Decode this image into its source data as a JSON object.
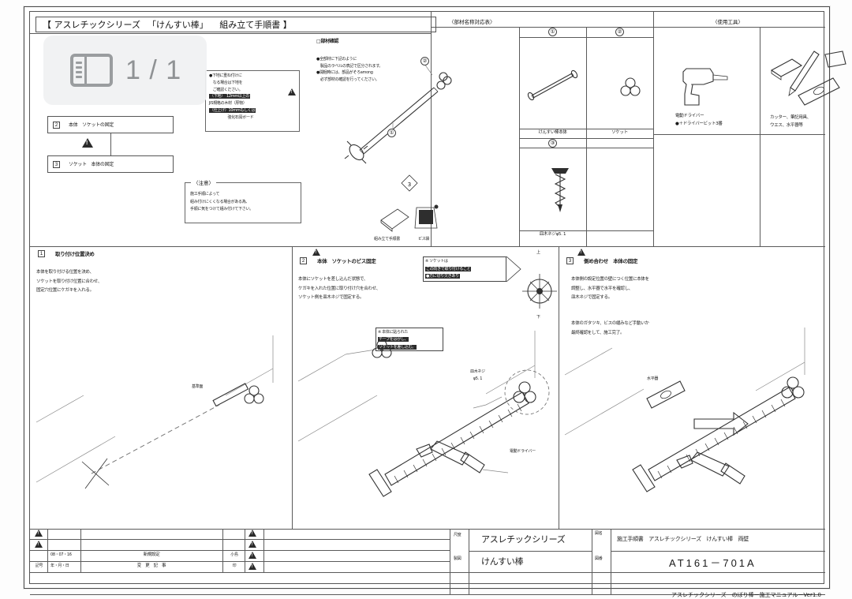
{
  "overlay": {
    "page_indicator": "1 / 1",
    "icon": "sidebar-panel-icon"
  },
  "document": {
    "title": "【 アスレチックシリーズ 　「けんすい棒」 　組み立て手順書 】",
    "footer": "アスレチックシリーズ　のぼり棒ー施工マニュアルーVer1.0",
    "drawing_number": "AT161－701A",
    "sheet_title_line1": "アスレチックシリーズ",
    "sheet_title_line2": "けんすい棒",
    "manual_name": "施工手順書　アスレチックシリーズ　けんすい棒　両壁"
  },
  "sections": {
    "parts_table_caption": "〈部材名称対応表〉",
    "tools_caption": "〈使用工具〉",
    "caution_caption": "〈注意〉"
  },
  "parts_check": {
    "heading": "□部材確認",
    "lines": [
      "●全部材に下記のように",
      "　製品のラベルの表記で区分されます。",
      "●開梱時には、部品がそろamong",
      "　必ず部材の確認を行ってください。"
    ]
  },
  "substrate_note": {
    "lines": [
      "●下地に重ね付けに",
      "　なる場合は下地を",
      "　ご確認ください。",
      "（下地）　12mm以上の",
      "JIS規格の木材（厚物）",
      "（仕上げ）10mmもしくは",
      "　　　　　強化石膏ボード"
    ]
  },
  "caution": {
    "lines": [
      "施工手順によって",
      "組み付けにくくなる場合がある為、",
      "手順に気をつけて組み付けて下さい。"
    ]
  },
  "flow_boxes": [
    {
      "num": "2",
      "label": "本体　ソケットの固定"
    },
    {
      "num": "3",
      "label": "ソケット　本体の固定"
    }
  ],
  "parts_table": {
    "columns": [
      {
        "circ": "①",
        "name": "けんすい棒本体"
      },
      {
        "circ": "②",
        "name": "ソケット"
      }
    ],
    "row2": [
      {
        "circ": "③",
        "name": "皿木ネジφ5. 1"
      },
      {
        "circ": "",
        "name": ""
      }
    ]
  },
  "misc_parts": [
    {
      "name": "組み立て手順書"
    },
    {
      "name": "ビス袋"
    }
  ],
  "tools": {
    "left": [
      "電動ドライバー",
      "●＋ドライバービット3番"
    ],
    "right": [
      "カッター、筆記用具、",
      "ウエス、水平器等"
    ]
  },
  "steps": [
    {
      "num": "1",
      "title": "取り付け位置決め",
      "body": [
        "本体を取り付ける位置を決め、",
        "ソケットを取り付け位置に合わせ、",
        "固定穴位置にケガキを入れる。"
      ],
      "callouts": [
        {
          "text": "基準面"
        }
      ]
    },
    {
      "num": "2",
      "title": "本体　ソケットのビス固定",
      "body": [
        "本体にソケットを差し込んだ状態で、",
        "ケガキを入れた位置に取り付け穴を合わせ、",
        "ソケット側を皿木ネジで固定する。"
      ],
      "callouts": [
        {
          "text": "※ 本体に貼られた\nテープをはがし、\nソケットを差し込む。"
        },
        {
          "text": "※ ソケットは\nこの向きで取り付けること\n●方に切り欠きあり"
        },
        {
          "text": "皿木ネジ\nφ5. 1"
        },
        {
          "text": "電動ドライバー"
        },
        {
          "text": "上"
        },
        {
          "text": "下"
        }
      ]
    },
    {
      "num": "3",
      "title": "側め合わせ　本体の固定",
      "body": [
        "本体側の設定位置の壁につく位置に本体を",
        "調整し、水平器で水平を確認し、",
        "皿木ネジで固定する。",
        "",
        "本体のガタツキ、ビスの緩みなど手動いか",
        "最終確認をして、施工完了。"
      ],
      "callouts": [
        {
          "text": "水平器"
        }
      ]
    }
  ],
  "revision_table": {
    "col_headers": [
      "記号",
      "年・月・日",
      "変　更　記　事",
      "印",
      ""
    ],
    "rows": [
      {
        "symbol": "",
        "date": "",
        "desc": "",
        "seal": ""
      },
      {
        "symbol": "",
        "date": "08・07・16",
        "desc": "新規設定",
        "seal": "小島"
      },
      {
        "symbol": "記号",
        "date": "年・月・日",
        "desc": "変　更　記　事",
        "seal": "印"
      }
    ]
  },
  "title_block_vertical": {
    "left": [
      "尺度",
      "製図"
    ],
    "right": [
      "図番",
      "図名"
    ]
  },
  "colors": {
    "sheet_border": "#555555",
    "line": "#5a5a5a",
    "text": "#111111",
    "badge_bg": "#f0f1f2",
    "badge_fg": "#8f9294"
  }
}
